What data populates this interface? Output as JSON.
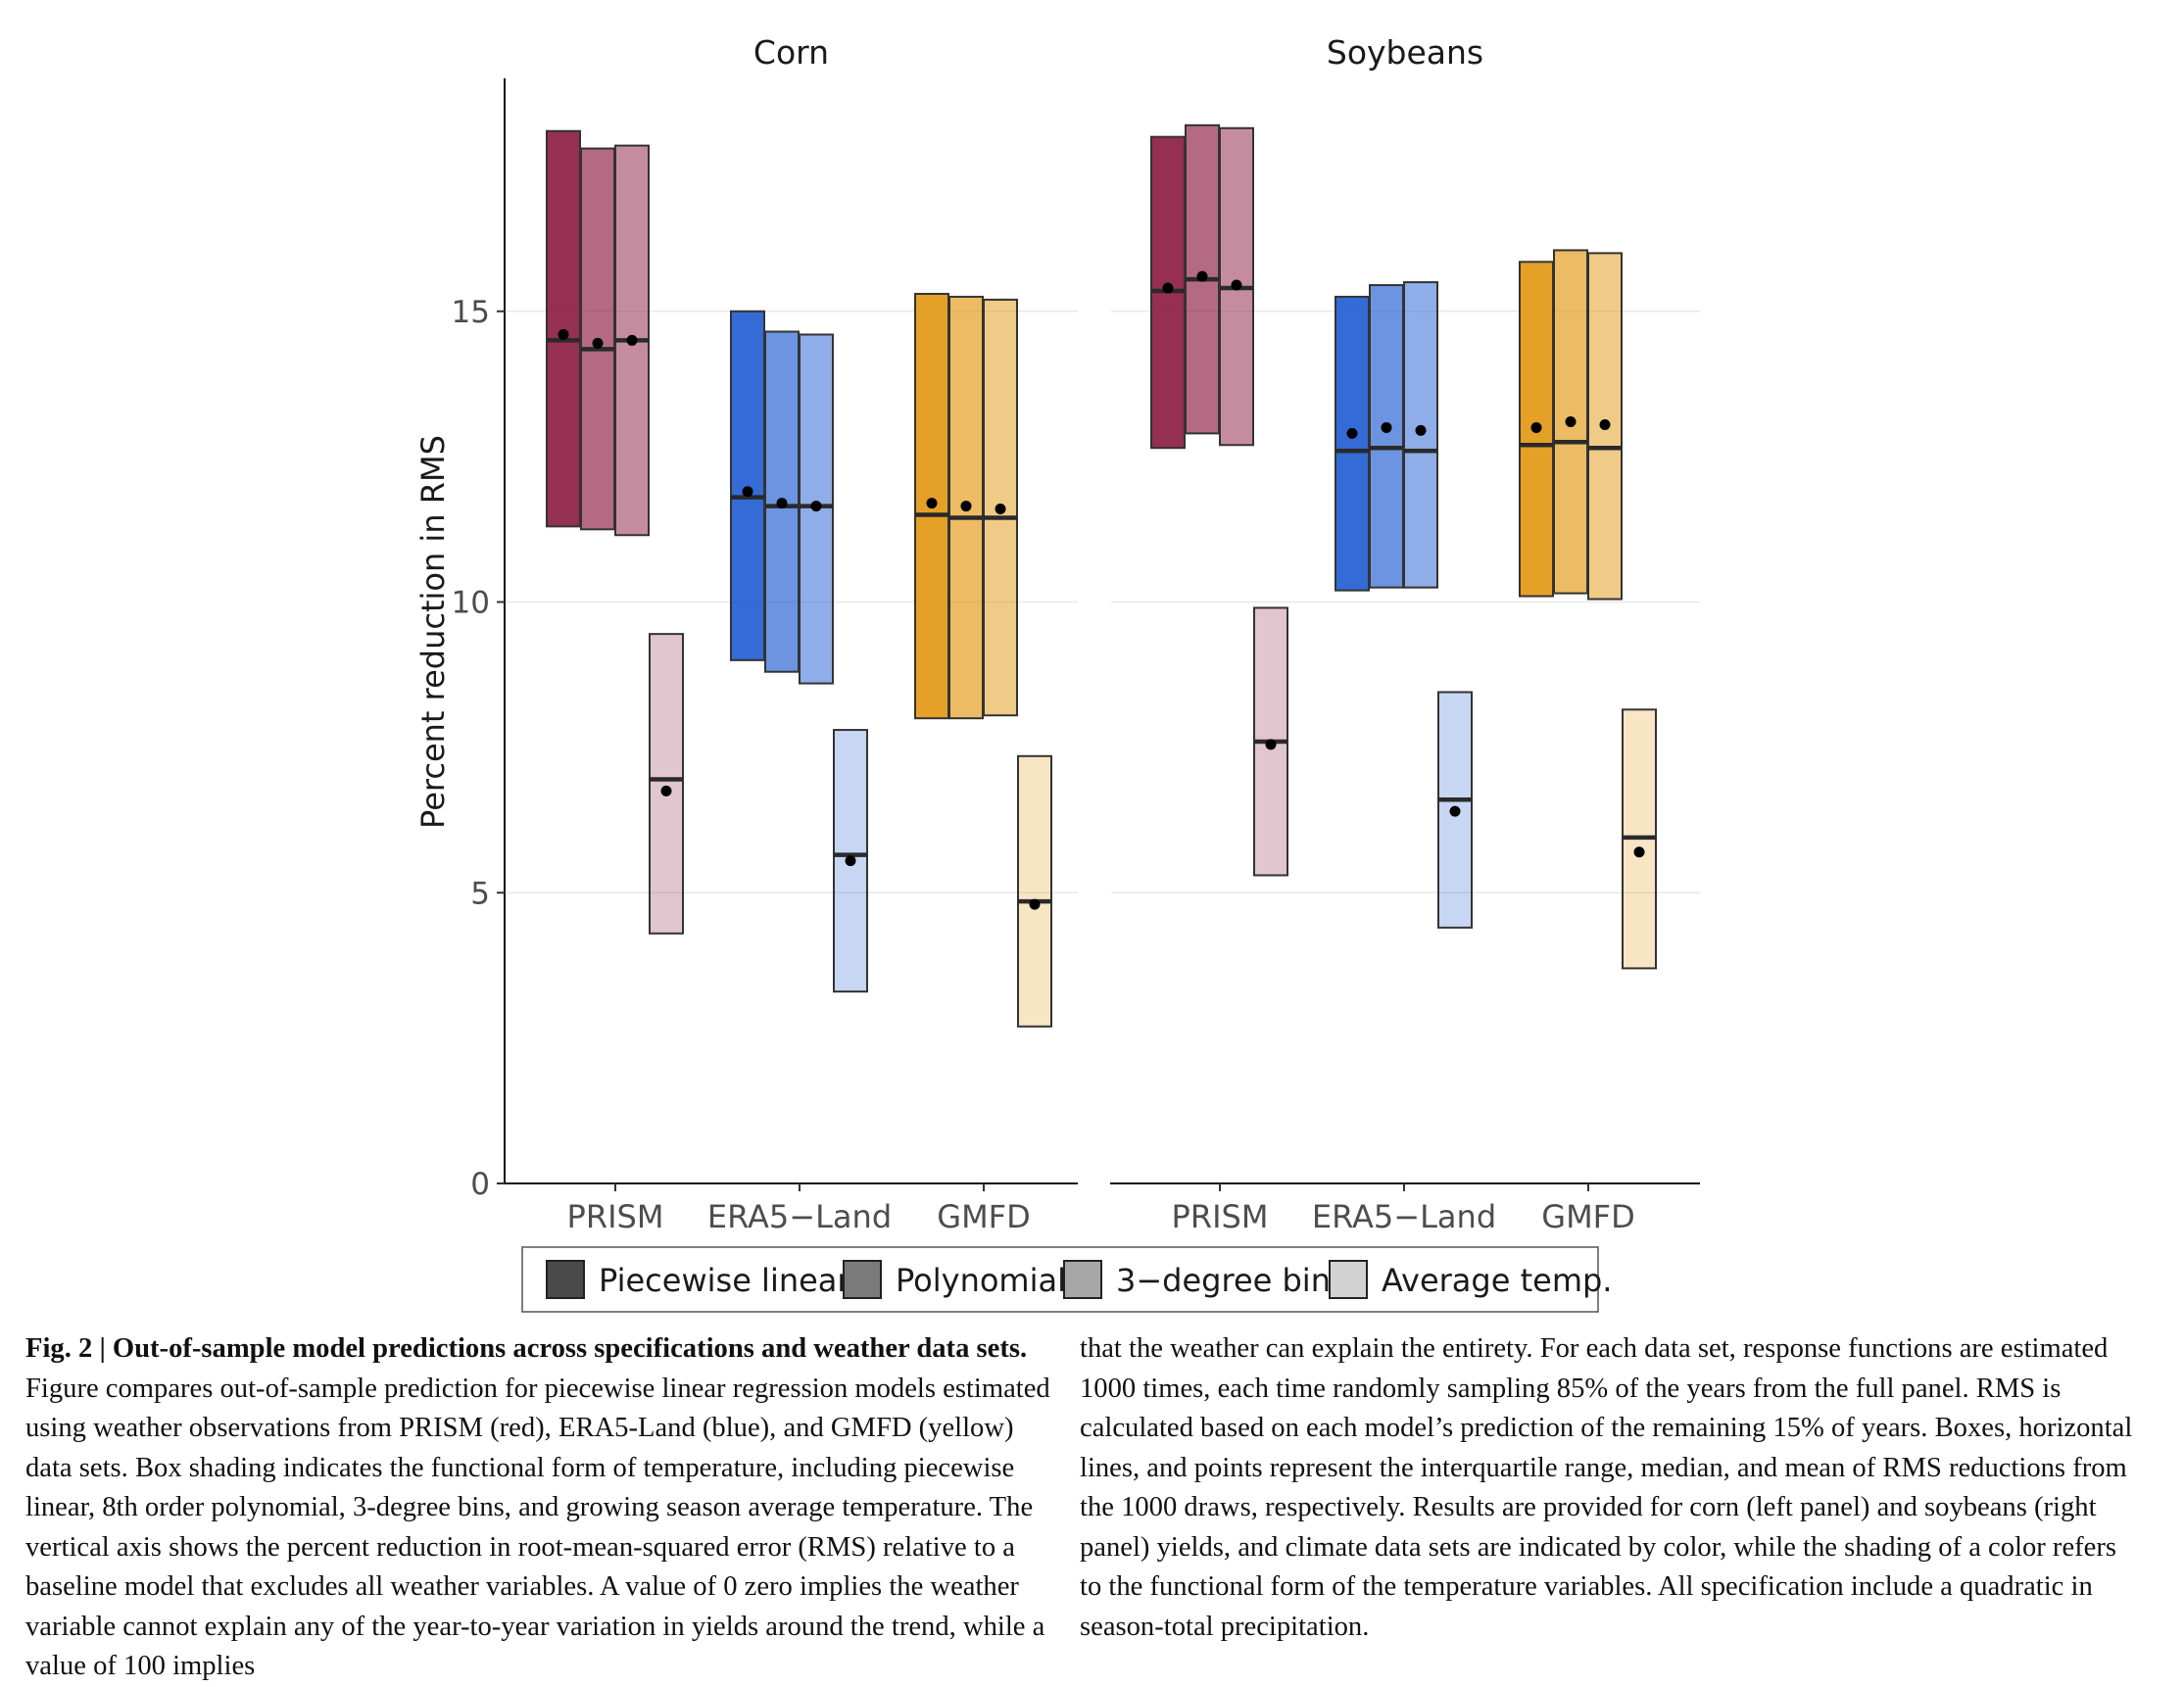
{
  "chart_data": [
    {
      "type": "box",
      "panel_title": "Corn",
      "categories": [
        "PRISM",
        "ERA5−Land",
        "GMFD"
      ],
      "ylabel": "Percent reduction in RMS",
      "ylim": [
        0,
        19
      ],
      "yticks": [
        0,
        5,
        10,
        15
      ],
      "grid": "horizontal major lines",
      "series": [
        {
          "name": "Piecewise linear",
          "boxes": [
            {
              "category": "PRISM",
              "q1": 11.3,
              "q3": 18.1,
              "median": 14.5,
              "mean": 14.6
            },
            {
              "category": "ERA5−Land",
              "q1": 9.0,
              "q3": 15.0,
              "median": 11.8,
              "mean": 11.9
            },
            {
              "category": "GMFD",
              "q1": 8.0,
              "q3": 15.3,
              "median": 11.5,
              "mean": 11.7
            }
          ]
        },
        {
          "name": "Polynomial",
          "boxes": [
            {
              "category": "PRISM",
              "q1": 11.25,
              "q3": 17.8,
              "median": 14.35,
              "mean": 14.45
            },
            {
              "category": "ERA5−Land",
              "q1": 8.8,
              "q3": 14.65,
              "median": 11.65,
              "mean": 11.7
            },
            {
              "category": "GMFD",
              "q1": 8.0,
              "q3": 15.25,
              "median": 11.45,
              "mean": 11.65
            }
          ]
        },
        {
          "name": "3−degree bins",
          "boxes": [
            {
              "category": "PRISM",
              "q1": 11.15,
              "q3": 17.85,
              "median": 14.5,
              "mean": 14.5
            },
            {
              "category": "ERA5−Land",
              "q1": 8.6,
              "q3": 14.6,
              "median": 11.65,
              "mean": 11.65
            },
            {
              "category": "GMFD",
              "q1": 8.05,
              "q3": 15.2,
              "median": 11.45,
              "mean": 11.6
            }
          ]
        },
        {
          "name": "Average temp.",
          "boxes": [
            {
              "category": "PRISM",
              "q1": 4.3,
              "q3": 9.45,
              "median": 6.95,
              "mean": 6.75
            },
            {
              "category": "ERA5−Land",
              "q1": 3.3,
              "q3": 7.8,
              "median": 5.65,
              "mean": 5.55
            },
            {
              "category": "GMFD",
              "q1": 2.7,
              "q3": 7.35,
              "median": 4.85,
              "mean": 4.8
            }
          ]
        }
      ]
    },
    {
      "type": "box",
      "panel_title": "Soybeans",
      "categories": [
        "PRISM",
        "ERA5−Land",
        "GMFD"
      ],
      "ylim": [
        0,
        19
      ],
      "series": [
        {
          "name": "Piecewise linear",
          "boxes": [
            {
              "category": "PRISM",
              "q1": 12.65,
              "q3": 18.0,
              "median": 15.35,
              "mean": 15.4
            },
            {
              "category": "ERA5−Land",
              "q1": 10.2,
              "q3": 15.25,
              "median": 12.6,
              "mean": 12.9
            },
            {
              "category": "GMFD",
              "q1": 10.1,
              "q3": 15.85,
              "median": 12.7,
              "mean": 13.0
            }
          ]
        },
        {
          "name": "Polynomial",
          "boxes": [
            {
              "category": "PRISM",
              "q1": 12.9,
              "q3": 18.2,
              "median": 15.55,
              "mean": 15.6
            },
            {
              "category": "ERA5−Land",
              "q1": 10.25,
              "q3": 15.45,
              "median": 12.65,
              "mean": 13.0
            },
            {
              "category": "GMFD",
              "q1": 10.15,
              "q3": 16.05,
              "median": 12.75,
              "mean": 13.1
            }
          ]
        },
        {
          "name": "3−degree bins",
          "boxes": [
            {
              "category": "PRISM",
              "q1": 12.7,
              "q3": 18.15,
              "median": 15.4,
              "mean": 15.45
            },
            {
              "category": "ERA5−Land",
              "q1": 10.25,
              "q3": 15.5,
              "median": 12.6,
              "mean": 12.95
            },
            {
              "category": "GMFD",
              "q1": 10.05,
              "q3": 16.0,
              "median": 12.65,
              "mean": 13.05
            }
          ]
        },
        {
          "name": "Average temp.",
          "boxes": [
            {
              "category": "PRISM",
              "q1": 5.3,
              "q3": 9.9,
              "median": 7.6,
              "mean": 7.55
            },
            {
              "category": "ERA5−Land",
              "q1": 4.4,
              "q3": 8.45,
              "median": 6.6,
              "mean": 6.4
            },
            {
              "category": "GMFD",
              "q1": 3.7,
              "q3": 8.15,
              "median": 5.95,
              "mean": 5.7
            }
          ]
        }
      ]
    }
  ],
  "colors": {
    "PRISM": "#8b1a3f",
    "ERA5−Land": "#1f5bd1",
    "GMFD": "#e2960f",
    "series_alpha": [
      0.9,
      0.65,
      0.5,
      0.25
    ],
    "legend_swatches": [
      "#4a4a4a",
      "#7a7a7a",
      "#a6a6a6",
      "#d3d3d3"
    ]
  },
  "legend": {
    "placement": "bottom",
    "items": [
      "Piecewise linear",
      "Polynomial",
      "3−degree bins",
      "Average temp."
    ]
  },
  "caption": {
    "heading": "Fig. 2 | Out-of-sample model predictions across specifications and weather data sets.",
    "left_body": "Figure compares out-of-sample prediction for piecewise linear regression models estimated using weather observations from PRISM (red), ERA5-Land (blue), and GMFD (yellow) data sets. Box shading indicates the functional form of temperature, including piecewise linear, 8th order polynomial, 3-degree bins, and growing season average temperature. The vertical axis shows the percent reduction in root-mean-squared error (RMS) relative to a baseline model that excludes all weather variables. A value of 0 zero implies the weather variable cannot explain any of the year-to-year variation in yields around the trend, while a value of 100 implies",
    "right_body": "that the weather can explain the entirety. For each data set, response functions are estimated 1000 times, each time randomly sampling 85% of the years from the full panel. RMS is calculated based on each model’s prediction of the remaining 15% of years. Boxes, horizontal lines, and points represent the interquartile range, median, and mean of RMS reductions from the 1000 draws, respectively. Results are provided for corn (left panel) and soybeans (right panel) yields, and climate data sets are indicated by color, while the shading of a color refers to the functional form of the temperature variables. All specification include a quadratic in season-total precipitation."
  }
}
